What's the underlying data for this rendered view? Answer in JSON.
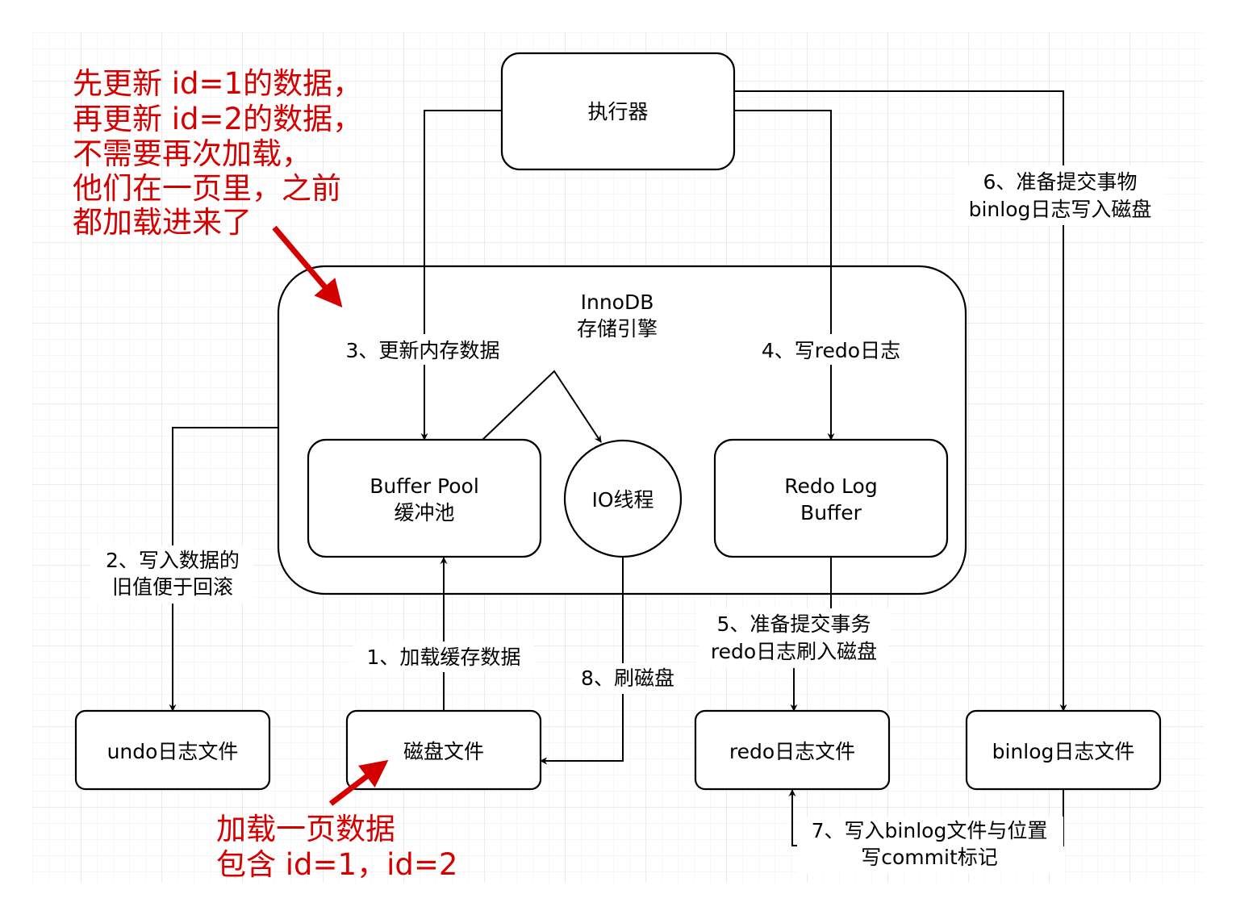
{
  "colors": {
    "annotation": "#d40000",
    "grid": "#dcdcdc",
    "stroke": "#000000"
  },
  "nodes": {
    "executor": "执行器",
    "innodb_title": "InnoDB",
    "innodb_subtitle": "存储引擎",
    "buffer_pool_title": "Buffer Pool",
    "buffer_pool_subtitle": "缓冲池",
    "io_thread": "IO线程",
    "redo_buffer_line1": "Redo Log",
    "redo_buffer_line2": "Buffer",
    "undo_file": "undo日志文件",
    "disk_file": "磁盘文件",
    "redo_file": "redo日志文件",
    "binlog_file": "binlog日志文件"
  },
  "edges": {
    "step1": "1、加载缓存数据",
    "step2_line1": "2、写入数据的",
    "step2_line2": "旧值便于回滚",
    "step3": "3、更新内存数据",
    "step4": "4、写redo日志",
    "step5_line1": "5、准备提交事务",
    "step5_line2": "redo日志刷入磁盘",
    "step6_line1": "6、准备提交事物",
    "step6_line2": "binlog日志写入磁盘",
    "step7_line1": "7、写入binlog文件与位置",
    "step7_line2": "写commit标记",
    "step8": "8、刷磁盘"
  },
  "annotations": {
    "top": [
      "先更新 id=1的数据，",
      "再更新 id=2的数据，",
      "不需要再次加载，",
      "他们在一页里，之前",
      "都加载进来了"
    ],
    "bottom": [
      "加载一页数据",
      "包含 id=1，id=2"
    ]
  }
}
